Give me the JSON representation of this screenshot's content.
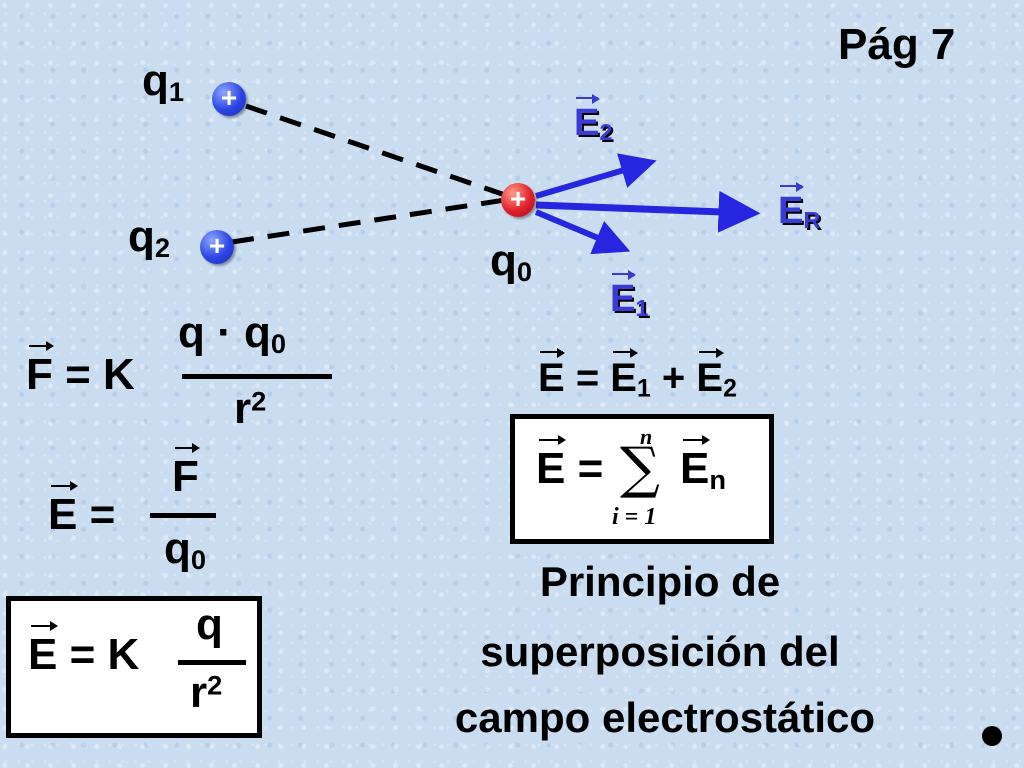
{
  "page_number": "Pág 7",
  "charges": {
    "q1": {
      "name": "q",
      "sub": "1",
      "sign": "+"
    },
    "q2": {
      "name": "q",
      "sub": "2",
      "sign": "+"
    },
    "q0": {
      "name": "q",
      "sub": "0",
      "sign": "+"
    }
  },
  "vectors": {
    "e2": {
      "letter": "E",
      "sub": "2"
    },
    "er": {
      "letter": "E",
      "sub": "R"
    },
    "e1": {
      "letter": "E",
      "sub": "1"
    }
  },
  "formulas": {
    "force": {
      "lhs": "F",
      "eq": "= K",
      "num_q": "q",
      "dot": "·",
      "num_q0": "q",
      "num_q0_sub": "0",
      "den": "r",
      "den_sup": "2"
    },
    "field_def": {
      "lhs": "E",
      "eq": "=",
      "num": "F",
      "den": "q",
      "den_sub": "0"
    },
    "field_point": {
      "lhs": "E",
      "eq": "= K",
      "num": "q",
      "den": "r",
      "den_sup": "2"
    },
    "sum_two": {
      "lhs": "E",
      "eq": "=",
      "t1": "E",
      "t1_sub": "1",
      "plus": "+",
      "t2": "E",
      "t2_sub": "2"
    },
    "sum_n": {
      "lhs": "E",
      "eq": "=",
      "sigma": "∑",
      "upper": "n",
      "lower": "i = 1",
      "term": "E",
      "term_sub": "n"
    }
  },
  "caption": {
    "line1": "Principio de",
    "line2": "superposición del",
    "line3": "campo electrostático"
  },
  "colors": {
    "charge_blue": "#2b45e6",
    "charge_red": "#e0202a",
    "vector_blue": "#2626e0",
    "background": "#c9dcf0"
  }
}
